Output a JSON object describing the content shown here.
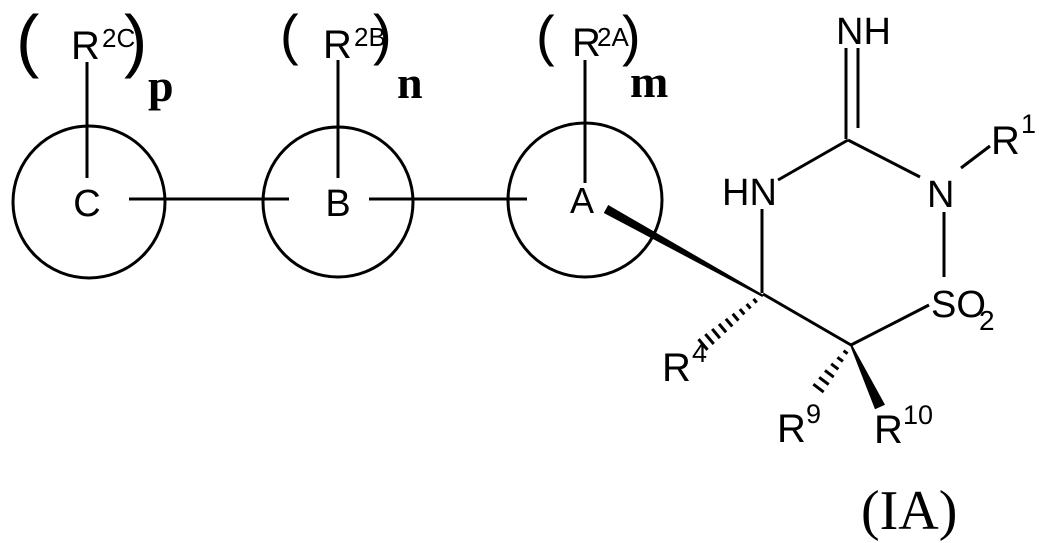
{
  "colors": {
    "ink": "#000000",
    "background": "#ffffff"
  },
  "substituents": {
    "c": {
      "open": "(",
      "r": "R",
      "sup": "2C",
      "close": ")",
      "count": "p",
      "ring": "C"
    },
    "b": {
      "open": "(",
      "r": "R",
      "sup": "2B",
      "close": ")",
      "count": "n",
      "ring": "B"
    },
    "a": {
      "open": "(",
      "r": "R",
      "sup": "2A",
      "close": ")",
      "count": "m",
      "ring": "A"
    }
  },
  "core": {
    "imine_nh": "NH",
    "ring_hn": "HN",
    "ring_n": "N",
    "r1": {
      "r": "R",
      "sup": "1"
    },
    "so2": {
      "base": "SO",
      "sub": "2"
    },
    "r4": {
      "r": "R",
      "sup": "4"
    },
    "r9": {
      "r": "R",
      "sup": "9"
    },
    "r10": {
      "r": "R",
      "sup": "10"
    }
  },
  "formula_label": "(IA)"
}
